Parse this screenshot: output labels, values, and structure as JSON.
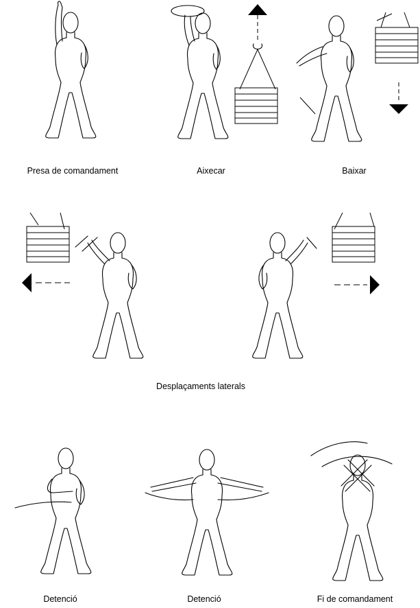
{
  "captions": {
    "take_command": "Presa de comandament",
    "raise": "Aixecar",
    "lower": "Baixar",
    "lateral": "Desplaçaments laterals",
    "stop_1": "Detenció",
    "stop_2": "Detenció",
    "end_command": "Fi de comandament"
  }
}
